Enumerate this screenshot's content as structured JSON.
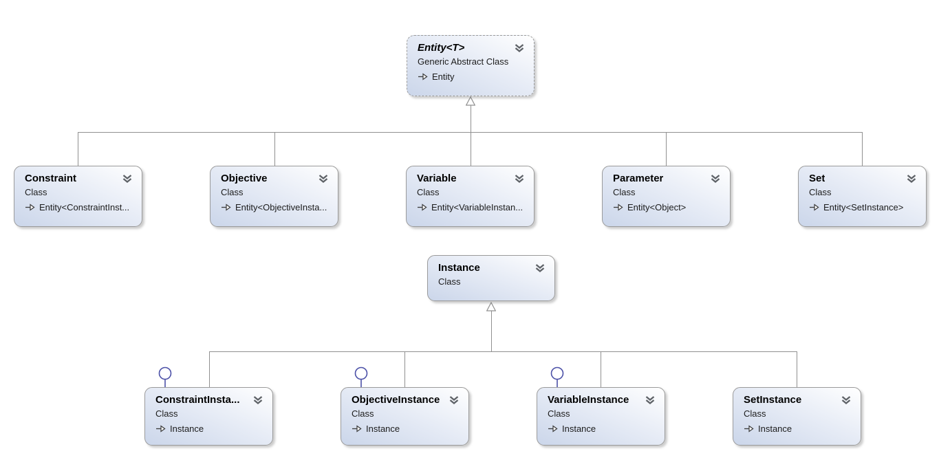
{
  "diagram": {
    "type": "class-diagram",
    "colors": {
      "box_border": "#9a9a9a",
      "connector": "#8f8f8f",
      "lollipop": "#4b50a7",
      "chevron": "#5f6368",
      "text": "#1b1b1b",
      "box_grad_start": "#ffffff",
      "box_grad_mid": "#e7ecf6",
      "box_grad_end": "#cbd6ea"
    },
    "nodes": {
      "entity": {
        "title": "Entity<T>",
        "stereotype": "Generic Abstract Class",
        "base": "Entity"
      },
      "constraint": {
        "title": "Constraint",
        "stereotype": "Class",
        "base": "Entity<ConstraintInst..."
      },
      "objective": {
        "title": "Objective",
        "stereotype": "Class",
        "base": "Entity<ObjectiveInsta..."
      },
      "variable": {
        "title": "Variable",
        "stereotype": "Class",
        "base": "Entity<VariableInstan..."
      },
      "parameter": {
        "title": "Parameter",
        "stereotype": "Class",
        "base": "Entity<Object>"
      },
      "set": {
        "title": "Set",
        "stereotype": "Class",
        "base": "Entity<SetInstance>"
      },
      "instance": {
        "title": "Instance",
        "stereotype": "Class"
      },
      "constraint_instance": {
        "title": "ConstraintInsta...",
        "stereotype": "Class",
        "base": "Instance"
      },
      "objective_instance": {
        "title": "ObjectiveInstance",
        "stereotype": "Class",
        "base": "Instance"
      },
      "variable_instance": {
        "title": "VariableInstance",
        "stereotype": "Class",
        "base": "Instance"
      },
      "set_instance": {
        "title": "SetInstance",
        "stereotype": "Class",
        "base": "Instance"
      }
    },
    "icons": {
      "collapse": "chevron-double-down-icon",
      "base_type": "inheritance-arrow-icon",
      "lollipop": "interface-lollipop-icon"
    },
    "relations": [
      "Constraint -> Entity<T>",
      "Objective -> Entity<T>",
      "Variable -> Entity<T>",
      "Parameter -> Entity<T>",
      "Set -> Entity<T>",
      "ConstraintInsta... -> Instance",
      "ObjectiveInstance -> Instance",
      "VariableInstance -> Instance",
      "SetInstance -> Instance"
    ]
  }
}
